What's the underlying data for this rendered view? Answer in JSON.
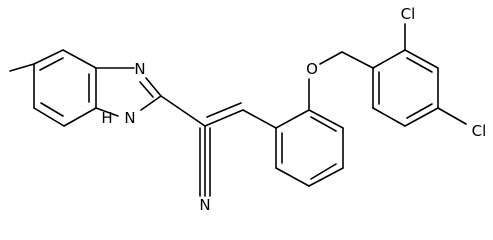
{
  "molecule": {
    "atoms": {
      "N_imine": "N",
      "NH": "NH",
      "H_of_NH": "H",
      "N_nitrile": "N",
      "O_ether": "O",
      "Cl_ortho": "Cl",
      "Cl_para": "Cl"
    }
  }
}
